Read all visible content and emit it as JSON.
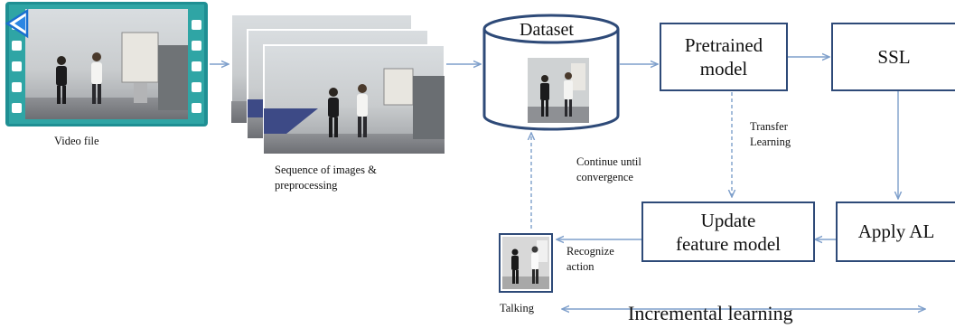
{
  "nodes": {
    "video_file": "Video file",
    "sequence_line1": "Sequence of images  &",
    "sequence_line2": "preprocessing",
    "dataset": "Dataset",
    "pretrained_line1": "Pretrained",
    "pretrained_line2": "model",
    "ssl": "SSL",
    "apply_al": "Apply AL",
    "update_line1": "Update",
    "update_line2": "feature model",
    "talking": "Talking"
  },
  "edge_labels": {
    "transfer_line1": "Transfer",
    "transfer_line2": "Learning",
    "continue_line1": "Continue  until",
    "continue_line2": "convergence",
    "recognize_line1": "Recognize",
    "recognize_line2": "action"
  },
  "footer": {
    "incremental": "Incremental learning"
  },
  "colors": {
    "box_border": "#2e4a78",
    "arrow": "#7e9fcb",
    "film_teal": "#2fa5a5"
  },
  "icons": {
    "play": "play-triangle-icon"
  }
}
